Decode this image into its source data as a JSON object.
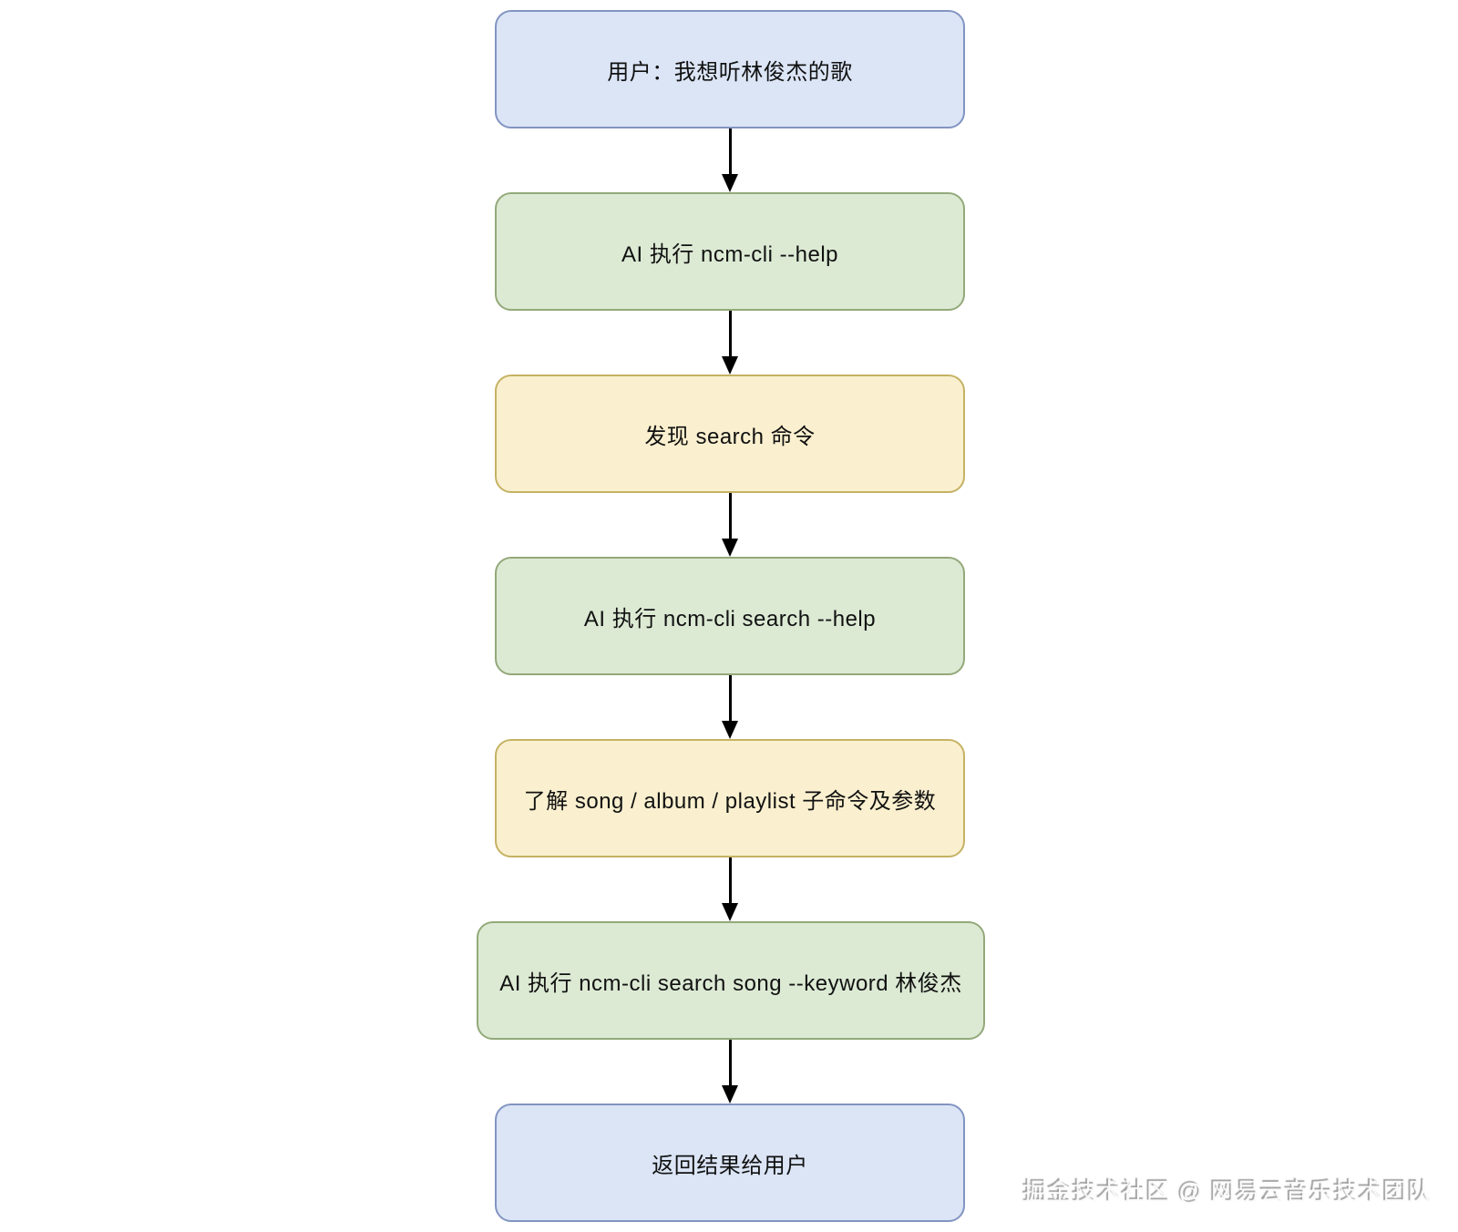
{
  "flowchart": {
    "title": "ncm-cli AI usage flow",
    "nodes": [
      {
        "id": "user-request",
        "type": "blue",
        "label": "用户：我想听林俊杰的歌"
      },
      {
        "id": "ai-run-help",
        "type": "green",
        "label": "AI 执行 ncm-cli --help"
      },
      {
        "id": "discover-search",
        "type": "yellow",
        "label": "发现 search 命令"
      },
      {
        "id": "ai-run-search-help",
        "type": "green",
        "label": "AI 执行 ncm-cli search --help"
      },
      {
        "id": "learn-subcommands",
        "type": "yellow",
        "label": "了解 song / album / playlist 子命令及参数"
      },
      {
        "id": "ai-run-search-song",
        "type": "green",
        "label": "AI 执行 ncm-cli search song --keyword 林俊杰"
      },
      {
        "id": "return-result",
        "type": "blue",
        "label": "返回结果给用户"
      }
    ],
    "colors": {
      "blue_fill": "#dbe5f6",
      "blue_border": "#8294c2",
      "green_fill": "#dcead4",
      "green_border": "#93a97a",
      "yellow_fill": "#faf0cf",
      "yellow_border": "#c5b264",
      "arrow": "#000000",
      "text": "#111111",
      "background": "#ffffff"
    },
    "arrow_count": 6
  },
  "watermark": {
    "text": "掘金技术社区 @ 网易云音乐技术团队"
  }
}
